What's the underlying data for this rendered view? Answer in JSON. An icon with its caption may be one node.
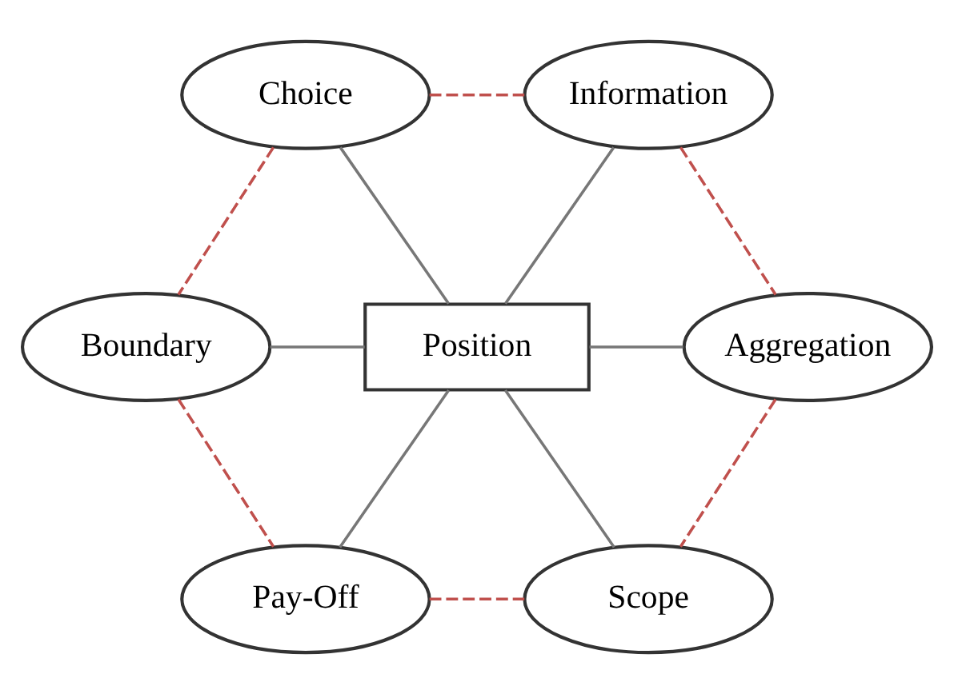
{
  "diagram": {
    "nodes": [
      {
        "text": [
          "Choice"
        ]
      },
      {
        "text": [
          "Information"
        ]
      },
      {
        "text": [
          "Boundary"
        ]
      },
      {
        "text": [
          "Position"
        ]
      },
      {
        "text": [
          "Aggregation"
        ]
      },
      {
        "text": [
          "Pay-Off"
        ]
      },
      {
        "text": [
          "Scope"
        ]
      }
    ],
    "edges": [
      {
        "from": 0,
        "to": 3,
        "arrow": "none"
      },
      {
        "from": 1,
        "to": 3,
        "arrow": "none"
      },
      {
        "from": 2,
        "to": 3,
        "arrow": "none"
      },
      {
        "from": 3,
        "to": 4,
        "arrow": "none"
      },
      {
        "from": 3,
        "to": 5,
        "arrow": "none"
      },
      {
        "from": 3,
        "to": 6,
        "arrow": "none"
      },
      {
        "from": 0,
        "to": 1,
        "arrow": "none",
        "style": "dashed",
        "color": "#c0504d"
      },
      {
        "from": 1,
        "to": 4,
        "arrow": "none",
        "style": "dashed",
        "color": "#c0504d"
      },
      {
        "from": 4,
        "to": 6,
        "arrow": "none",
        "style": "dashed",
        "color": "#c0504d"
      },
      {
        "from": 5,
        "to": 6,
        "arrow": "none",
        "style": "dashed",
        "color": "#c0504d"
      },
      {
        "from": 2,
        "to": 5,
        "arrow": "none",
        "style": "dashed",
        "color": "#c0504d"
      },
      {
        "from": 0,
        "to": 2,
        "arrow": "none",
        "style": "dashed",
        "color": "#c0504d"
      }
    ]
  }
}
